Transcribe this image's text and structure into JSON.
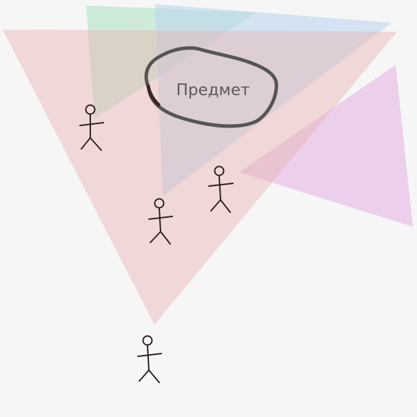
{
  "object_label": "Предмет",
  "colors": {
    "background": "#f6f6f6",
    "observer_1_view": "#e8b4b4",
    "observer_2_view": "#b9e3c7",
    "observer_3_view": "#bcd7ee",
    "observer_4_view": "#e6b8e4",
    "object_outline": "#555555",
    "person_stroke": "#2b1f1f"
  },
  "people": [
    {
      "name": "person-left"
    },
    {
      "name": "person-middle"
    },
    {
      "name": "person-right"
    },
    {
      "name": "person-bottom"
    }
  ]
}
